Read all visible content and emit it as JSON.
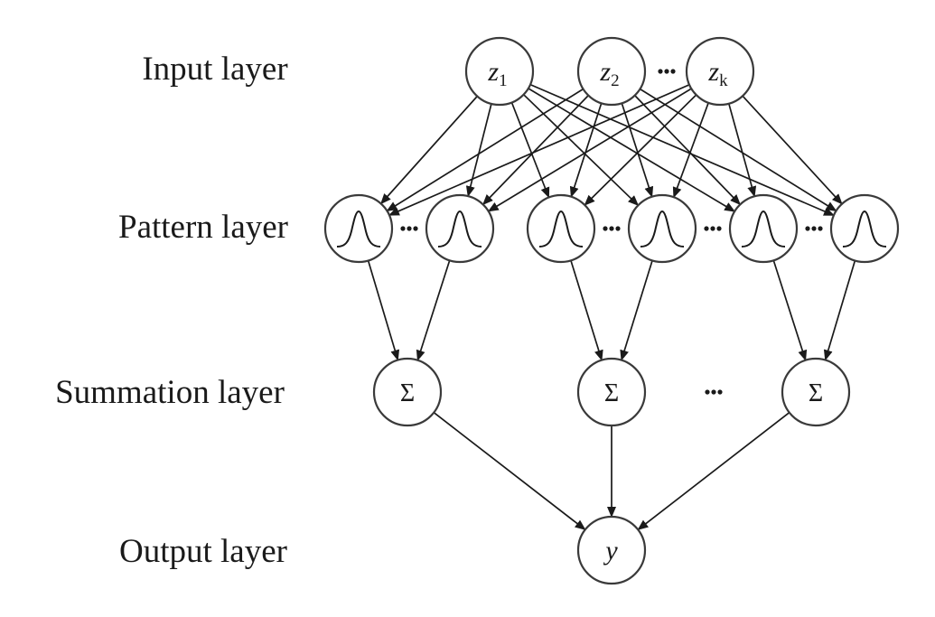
{
  "layers": {
    "input": "Input layer",
    "pattern": "Pattern layer",
    "summation": "Summation layer",
    "output": "Output layer"
  },
  "input_nodes": [
    {
      "base": "z",
      "sub": "1"
    },
    {
      "base": "z",
      "sub": "2"
    },
    {
      "base": "z",
      "sub": "k"
    }
  ],
  "summation_symbol": "Σ",
  "output_symbol": "y",
  "ellipsis": "···"
}
